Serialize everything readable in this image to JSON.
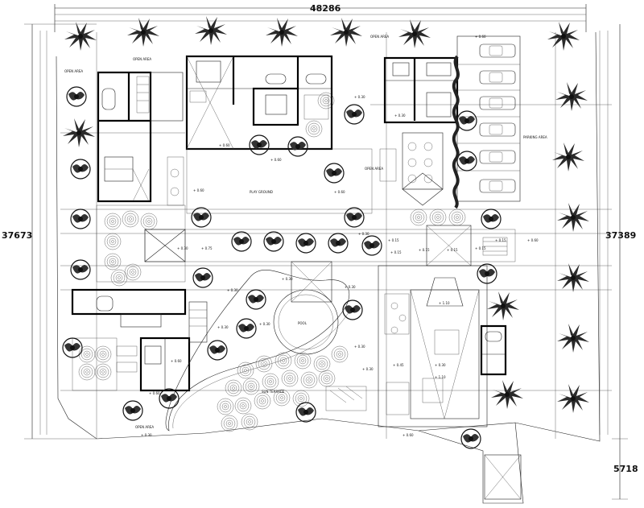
{
  "dimensions": {
    "top_width": "48286",
    "left_height": "37673",
    "right_height": "37389",
    "bottom_right": "5718"
  },
  "labels": {
    "play_ground": "PLAY GROUND",
    "open_area": "OPEN AREA",
    "parking_area": "PARKING AREA",
    "pool": "POOL",
    "sun_terrace": "SUN TERRACE"
  },
  "levels": {
    "a": "+ 0.60",
    "b": "+ 0.30",
    "c": "+ 0.15",
    "d": "+ 0.75",
    "e": "+ 1.10",
    "f": "+ 0.45"
  },
  "colors": {
    "line": "#222222",
    "wall": "#000000",
    "palm": "#2a2a2a"
  }
}
